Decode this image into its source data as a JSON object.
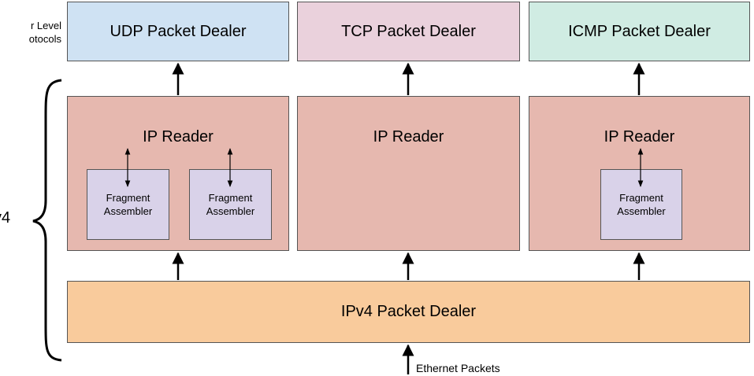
{
  "upper_protocols": {
    "label_line1": "r Level",
    "label_line2": "otocols",
    "boxes": [
      "UDP Packet Dealer",
      "TCP Packet Dealer",
      "ICMP Packet Dealer"
    ]
  },
  "readers": [
    {
      "label": "IP Reader",
      "fragments": [
        "Fragment Assembler",
        "Fragment Assembler"
      ]
    },
    {
      "label": "IP Reader",
      "fragments": []
    },
    {
      "label": "IP Reader",
      "fragments": [
        "Fragment Assembler"
      ]
    }
  ],
  "ipv4_label": "v4",
  "dealer_label": "IPv4 Packet Dealer",
  "input_label": "Ethernet Packets",
  "colors": {
    "udp": "#cfe2f3",
    "tcp": "#ead1dc",
    "icmp": "#d0ece3",
    "reader": "#e6b8af",
    "fragment": "#d9d2e9",
    "dealer": "#f9cb9c",
    "border": "#555555"
  }
}
